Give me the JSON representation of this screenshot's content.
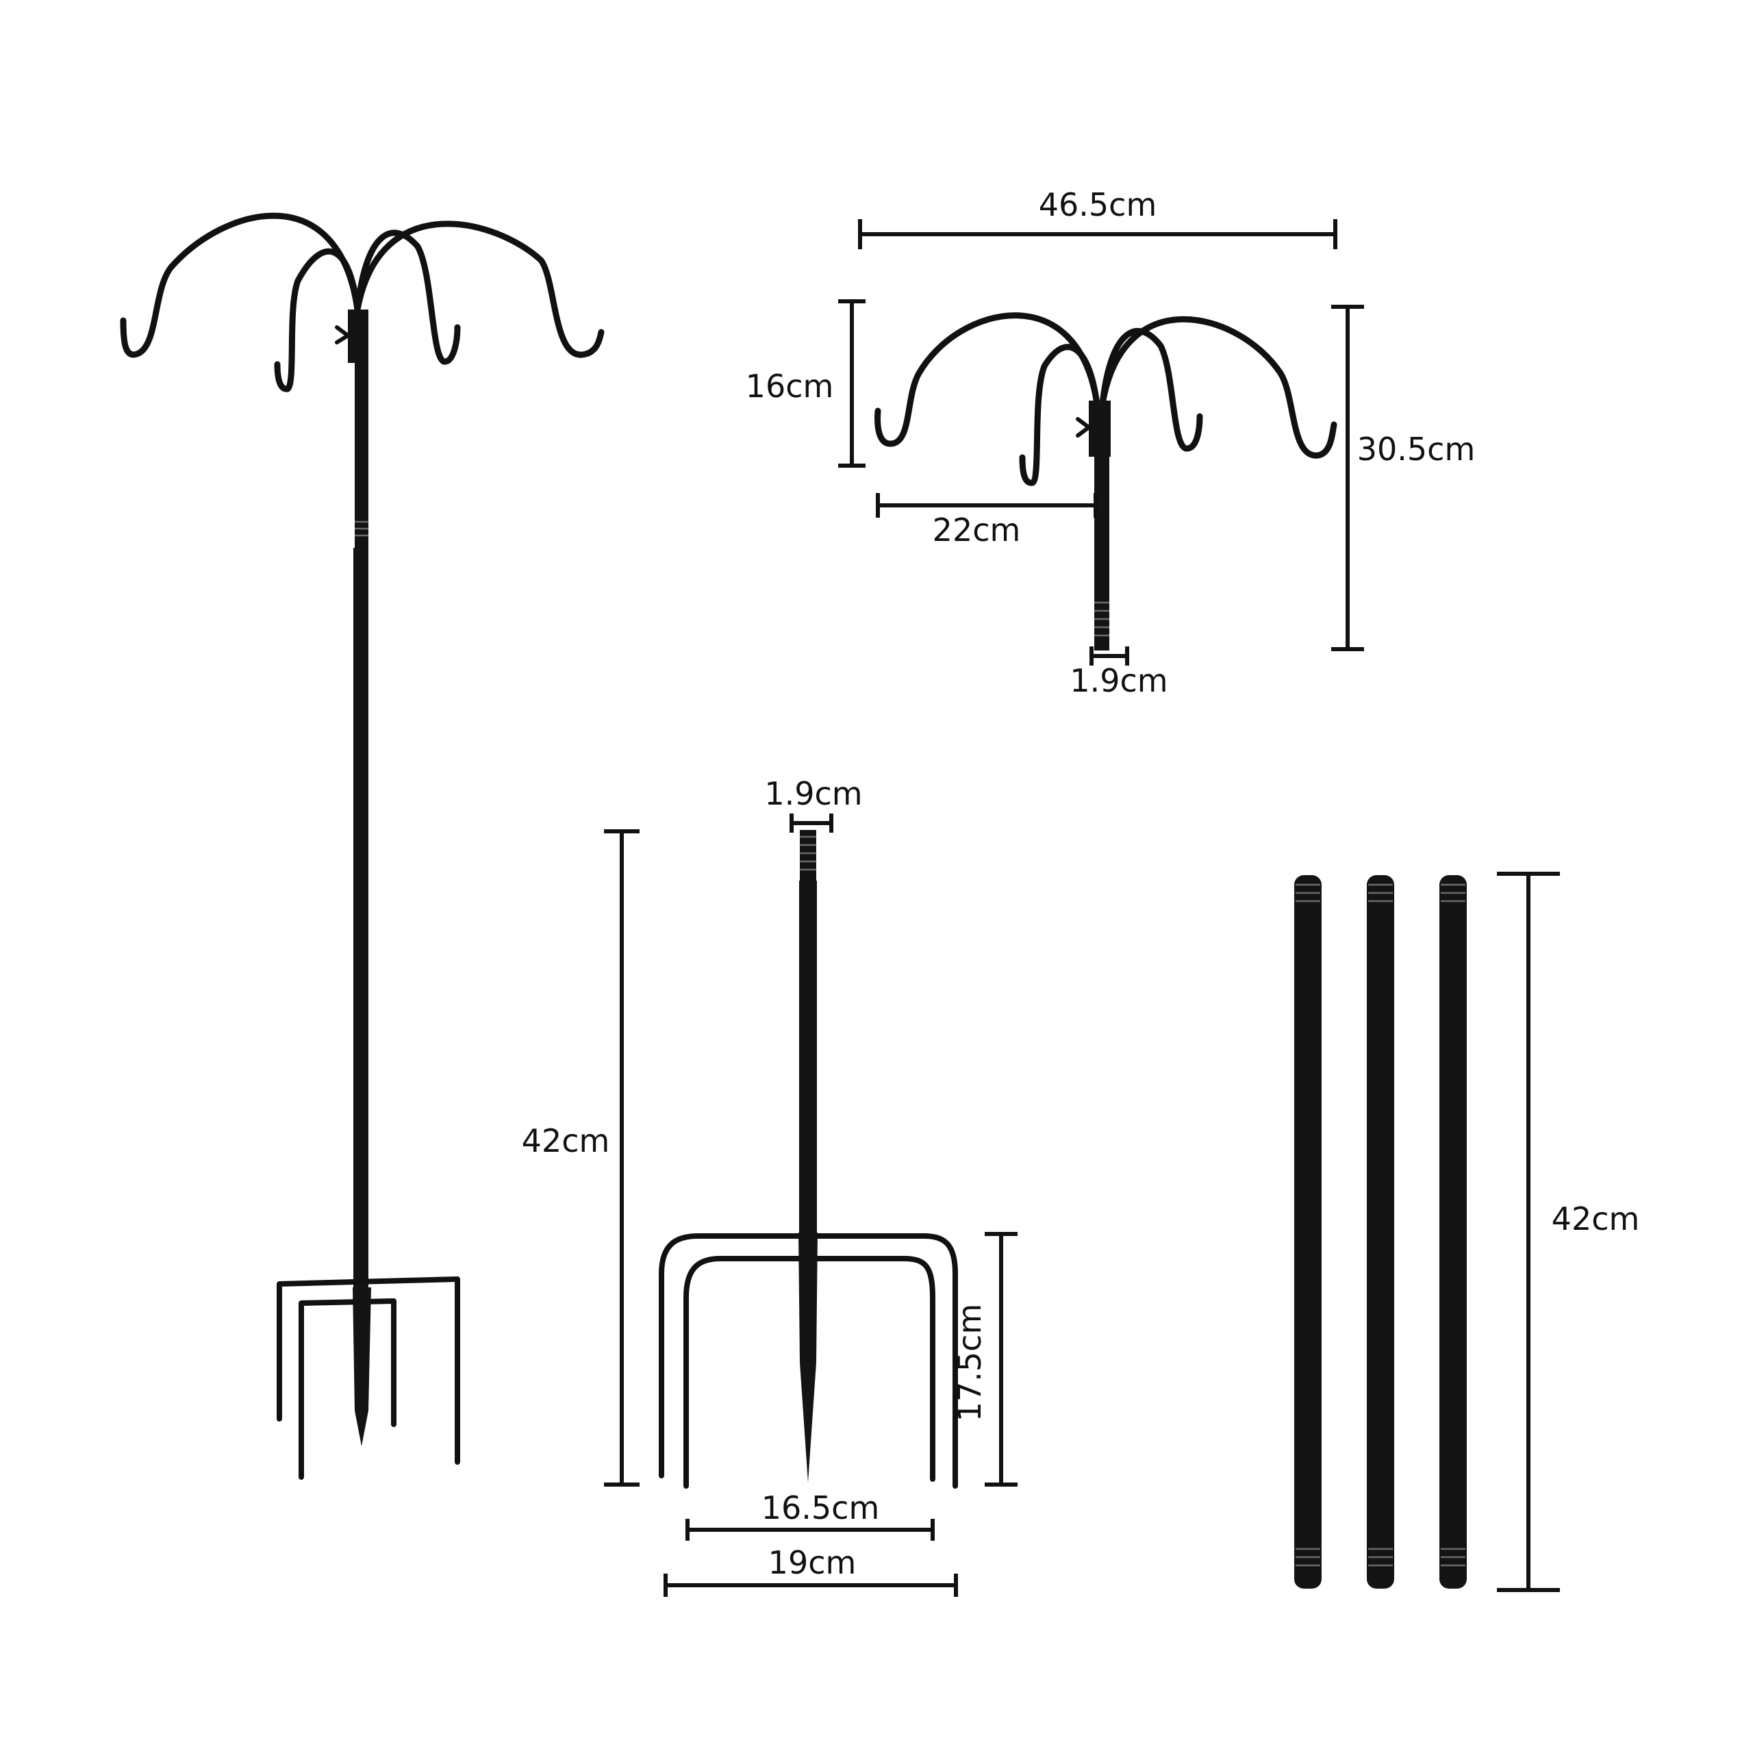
{
  "colors": {
    "background": "#ffffff",
    "ink": "#111111",
    "metal": "#141414"
  },
  "hook_top": {
    "width_label": "46.5cm",
    "hook_drop_label": "16cm",
    "height_label": "30.5cm",
    "arm_reach_label": "22cm",
    "pole_diameter_label": "1.9cm"
  },
  "stake": {
    "pole_diameter_label": "1.9cm",
    "height_label": "42cm",
    "prong_height_label": "17.5cm",
    "inner_width_label": "16.5cm",
    "outer_width_label": "19cm"
  },
  "extension_poles": {
    "count": 3,
    "length_label": "42cm"
  }
}
